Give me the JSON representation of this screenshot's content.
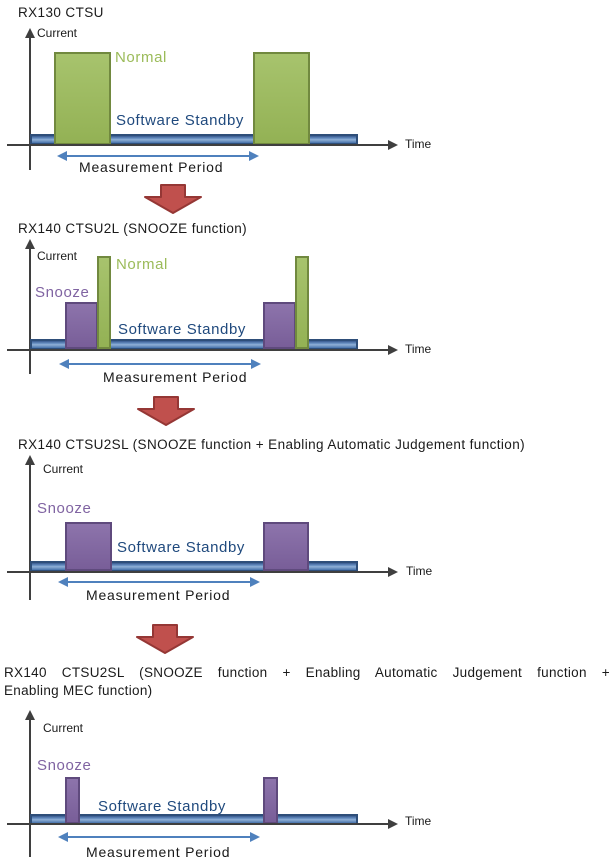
{
  "colors": {
    "normal_green": "#9BBB59",
    "green_border": "#71893F",
    "snooze_purple": "#8064A2",
    "purple_border": "#5F4A7D",
    "standby_blue": "#4F81BD",
    "blue_border": "#2E4E79",
    "standby_text": "#1F497D",
    "normal_text": "#9BBB59",
    "snooze_text": "#8064A2",
    "measurement_arrow": "#4F81BD",
    "transition_arrow_fill": "#C0504D",
    "transition_arrow_border": "#953735",
    "axis": "#3f3f3f",
    "text": "#1a1a1a"
  },
  "panels": [
    {
      "title": "RX130 CTSU",
      "y_axis_label": "Current",
      "x_axis_label": "Time",
      "normal_label": "Normal",
      "standby_label": "Software Standby",
      "measurement_label": "Measurement Period",
      "pulse_modes": [
        "Normal",
        "Normal"
      ]
    },
    {
      "title": "RX140 CTSU2L (SNOOZE function)",
      "y_axis_label": "Current",
      "x_axis_label": "Time",
      "snooze_label": "Snooze",
      "normal_label": "Normal",
      "standby_label": "Software Standby",
      "measurement_label": "Measurement Period",
      "pulse_modes": [
        "Snooze",
        "Normal",
        "Snooze",
        "Normal"
      ]
    },
    {
      "title": "RX140 CTSU2SL (SNOOZE function + Enabling Automatic Judgement function)",
      "y_axis_label": "Current",
      "x_axis_label": "Time",
      "snooze_label": "Snooze",
      "standby_label": "Software Standby",
      "measurement_label": "Measurement Period",
      "pulse_modes": [
        "Snooze",
        "Snooze"
      ]
    },
    {
      "title_line1": "RX140 CTSU2SL (SNOOZE function + Enabling Automatic Judgement function +",
      "title_line2": "Enabling MEC function)",
      "y_axis_label": "Current",
      "x_axis_label": "Time",
      "snooze_label": "Snooze",
      "standby_label": "Software Standby",
      "measurement_label": "Measurement Period",
      "pulse_modes": [
        "Snooze",
        "Snooze"
      ]
    }
  ]
}
